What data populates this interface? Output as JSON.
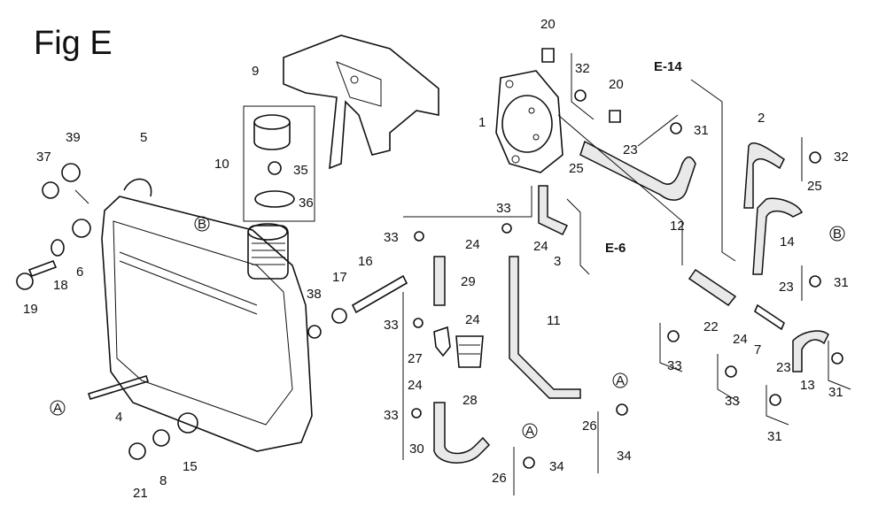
{
  "figure": {
    "title": "Fig E"
  },
  "refs": {
    "e14": "E-14",
    "e6": "E-6"
  },
  "connectors": {
    "a": "A",
    "b": "B"
  },
  "callouts": [
    "20",
    "32",
    "20",
    "31",
    "9",
    "10",
    "35",
    "36",
    "1",
    "25",
    "23",
    "12",
    "2",
    "32",
    "39",
    "37",
    "5",
    "25",
    "14",
    "31",
    "23",
    "22",
    "24",
    "7",
    "23",
    "13",
    "31",
    "33",
    "24",
    "33",
    "24",
    "3",
    "29",
    "11",
    "38",
    "17",
    "16",
    "18",
    "6",
    "19",
    "4",
    "21",
    "8",
    "15",
    "33",
    "24",
    "27",
    "24",
    "28",
    "33",
    "30",
    "26",
    "34",
    "26",
    "34",
    "33",
    "33",
    "31"
  ]
}
